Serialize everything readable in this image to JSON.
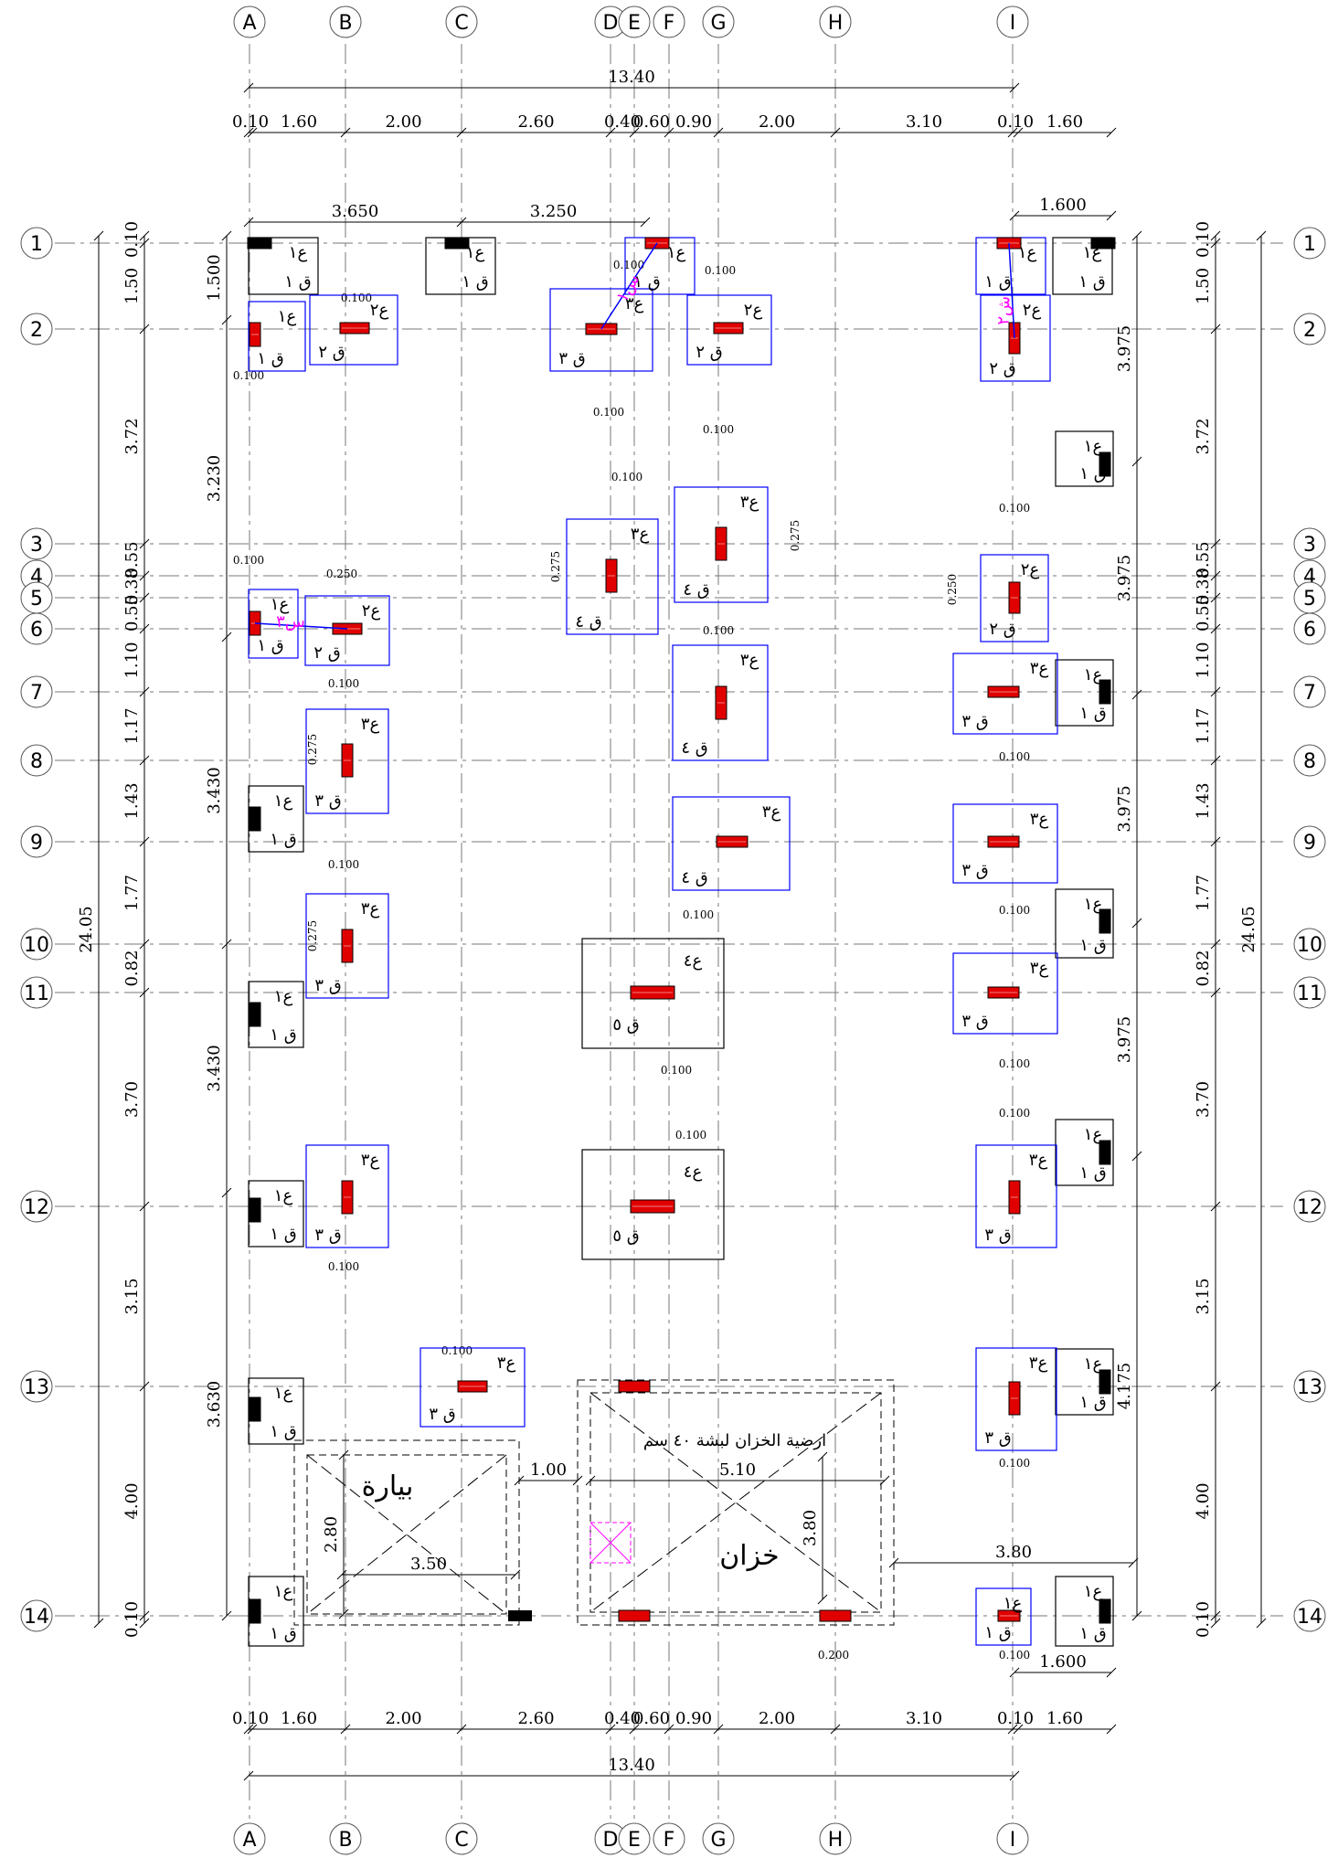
{
  "grid": {
    "columns": [
      "A",
      "B",
      "C",
      "D",
      "E",
      "F",
      "G",
      "H",
      "I"
    ],
    "rows": [
      "1",
      "2",
      "3",
      "4",
      "5",
      "6",
      "7",
      "8",
      "9",
      "10",
      "11",
      "12",
      "13",
      "14"
    ]
  },
  "dims": {
    "overall_width": "13.40",
    "overall_height": "24.05",
    "col_spacings": [
      "0.10",
      "1.60",
      "2.00",
      "2.60",
      "0.40",
      "0.60",
      "0.90",
      "2.00",
      "3.10",
      "0.10",
      "1.60"
    ],
    "row_spacings": [
      "0.10",
      "1.50",
      "3.72",
      "0.55",
      "0.38",
      "0.55",
      "1.10",
      "1.17",
      "1.43",
      "1.77",
      "0.82",
      "3.70",
      "3.15",
      "4.00",
      "0.10"
    ],
    "left_chain": [
      "1.500",
      "3.230",
      "3.430",
      "3.430",
      "3.630"
    ],
    "right_chain": [
      "3.975",
      "3.975",
      "3.975",
      "3.975",
      "4.175"
    ],
    "top_segments": [
      "3.650",
      "3.250",
      "1.600"
    ],
    "bottom_extra": [
      "1.600",
      "0.200"
    ],
    "offsets": {
      "d100": "0.100",
      "d250": "0.250",
      "d275": "0.275"
    }
  },
  "labels": {
    "column_prefix": "ع",
    "footing_prefix": "ق",
    "n1": "١",
    "n2": "٢",
    "n3": "٣",
    "n4": "٤",
    "n5": "٥",
    "tie1": "س١",
    "tie2": "ش٢",
    "tie3": "س٣"
  },
  "areas": {
    "pool_name": "بيارة",
    "pool_w": "3.50",
    "pool_h": "2.80",
    "gap": "1.00",
    "tank_name": "خزان",
    "tank_floor": "ارضية الخزان لبشة ٤٠ سم",
    "tank_w": "5.10",
    "tank_h": "3.80",
    "tank_edge": "3.80"
  },
  "colors": {
    "footing_outline": "#0000ff",
    "column_red": "#e00000",
    "annotation_magenta": "#ff00ff",
    "grid_line": "#777777"
  }
}
